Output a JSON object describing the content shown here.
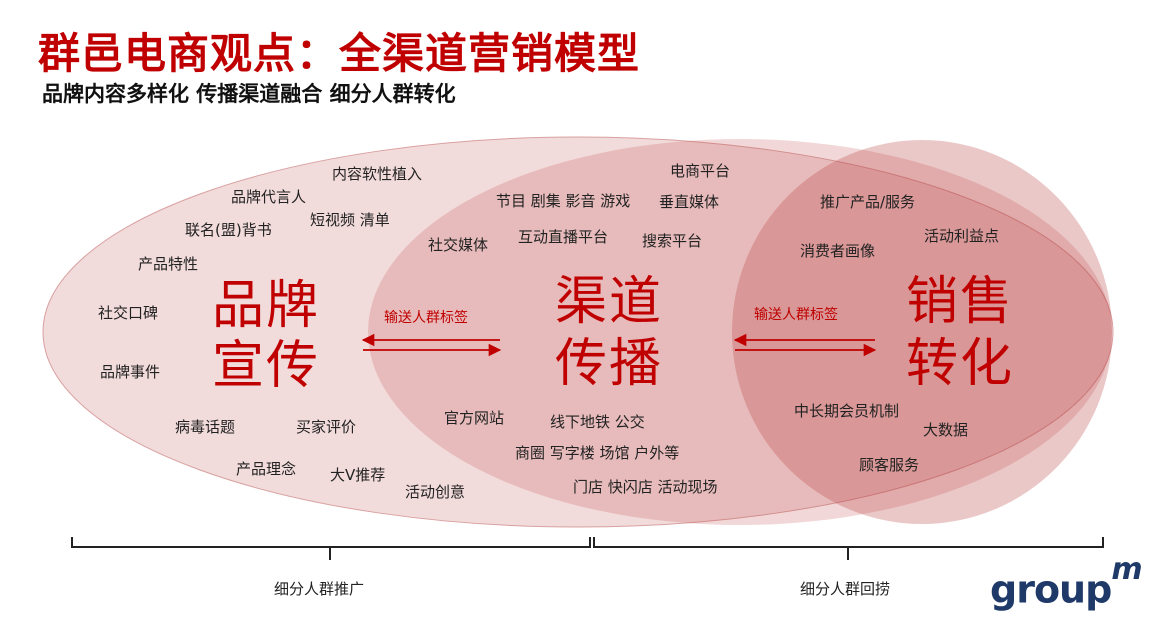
{
  "title": "群邑电商观点：全渠道营销模型",
  "subtitle": "品牌内容多样化 传播渠道融合 细分人群转化",
  "stages": {
    "brand": [
      "品牌",
      "宣传"
    ],
    "channel": [
      "渠道",
      "传播"
    ],
    "sales": [
      "销售",
      "转化"
    ]
  },
  "arrow_labels": [
    "输送人群标签",
    "输送人群标签"
  ],
  "keywords": {
    "brand": [
      "内容软性植入",
      "品牌代言人",
      "短视频 清单",
      "联名(盟)背书",
      "产品特性",
      "社交口碑",
      "品牌事件",
      "病毒话题",
      "买家评价",
      "产品理念",
      "大V推荐",
      "活动创意"
    ],
    "channel": [
      "电商平台",
      "节目 剧集 影音 游戏",
      "垂直媒体",
      "社交媒体",
      "互动直播平台",
      "搜索平台",
      "官方网站",
      "线下地铁 公交",
      "商圈 写字楼 场馆 户外等",
      "门店 快闪店 活动现场"
    ],
    "sales": [
      "推广产品/服务",
      "消费者画像",
      "活动利益点",
      "中长期会员机制",
      "大数据",
      "顾客服务"
    ]
  },
  "bottom": [
    "细分人群推广",
    "细分人群回捞"
  ],
  "logo": {
    "main": "group",
    "super": "m"
  },
  "colors": {
    "accent": "#c00000",
    "logo": "#1f3a68"
  }
}
